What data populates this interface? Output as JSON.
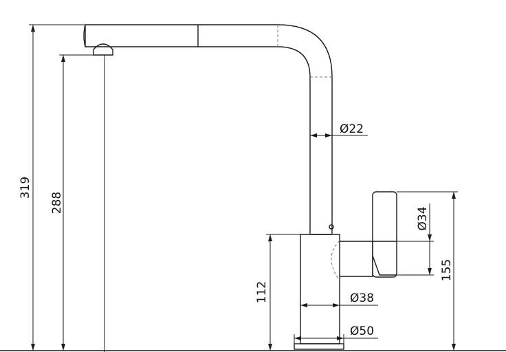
{
  "dimensions": {
    "total_height": "319",
    "spout_height": "288",
    "body_height": "112",
    "handle_height": "155",
    "spout_diameter": "Ø22",
    "handle_diameter": "Ø34",
    "body_diameter": "Ø38",
    "base_diameter": "Ø50"
  }
}
